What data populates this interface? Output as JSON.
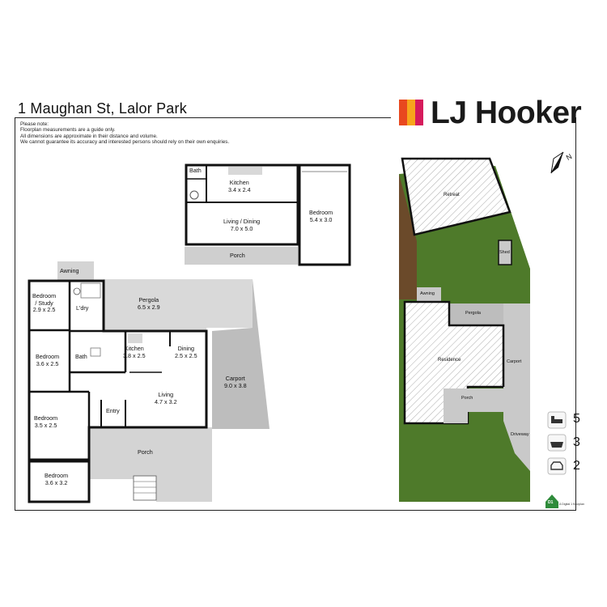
{
  "header": {
    "address": "1 Maughan St, Lalor Park"
  },
  "notes": {
    "line1": "Please note:",
    "line2": "Floorplan measurements are a guide only.",
    "line3": "All dimensions are approximate in their distance and volume.",
    "line4": "We cannot guarantee its accuracy and interested persons should rely on their own enquiries."
  },
  "brand": {
    "name": "LJ Hooker",
    "bar_colors": [
      "#e8481f",
      "#f7a51c",
      "#d61b5c"
    ],
    "text_color": "#1a1a1a"
  },
  "rooms": {
    "bath_upper": "Bath",
    "kitchen_upper_name": "Kitchen",
    "kitchen_upper_dim": "3.4 x 2.4",
    "living_dining_name": "Living / Dining",
    "living_dining_dim": "7.0 x 5.0",
    "bedroom_upper_name": "Bedroom",
    "bedroom_upper_dim": "5.4 x 3.0",
    "porch_upper": "Porch",
    "awning": "Awning",
    "bedroom_study_name": "Bedroom",
    "bedroom_study_name2": "/ Study",
    "bedroom_study_dim": "2.9 x 2.5",
    "laundry": "L'dry",
    "pergola_name": "Pergola",
    "pergola_dim": "6.5 x 2.9",
    "bedroom2_name": "Bedroom",
    "bedroom2_dim": "3.6 x 2.5",
    "bath_lower": "Bath",
    "kitchen_lower_name": "Kitchen",
    "kitchen_lower_dim": "3.8 x 2.5",
    "dining_name": "Dining",
    "dining_dim": "2.5 x 2.5",
    "carport_name": "Carport",
    "carport_dim": "9.0 x 3.8",
    "living_name": "Living",
    "living_dim": "4.7 x 3.2",
    "bedroom3_name": "Bedroom",
    "bedroom3_dim": "3.5 x 2.5",
    "entry": "Entry",
    "porch_lower": "Porch",
    "bedroom4_name": "Bedroom",
    "bedroom4_dim": "3.6 x 3.2"
  },
  "site": {
    "retreat": "Retreat",
    "shed": "Shed",
    "awning": "Awning",
    "pergola": "Pergola",
    "residence": "Residence",
    "carport": "Carport",
    "porch": "Porch",
    "driveway": "Driveway",
    "colors": {
      "grass": "#4e7a2a",
      "soil": "#6b4a2a",
      "paving": "#c9c9c9"
    }
  },
  "stats": {
    "bedrooms": "5",
    "bathrooms": "3",
    "car_spaces": "2",
    "icons": [
      "bed-icon",
      "bathtub-icon",
      "car-icon"
    ]
  },
  "credit": {
    "badge": "D1",
    "text": "A Digital 1 floorplan"
  },
  "compass": {
    "label": "N"
  }
}
